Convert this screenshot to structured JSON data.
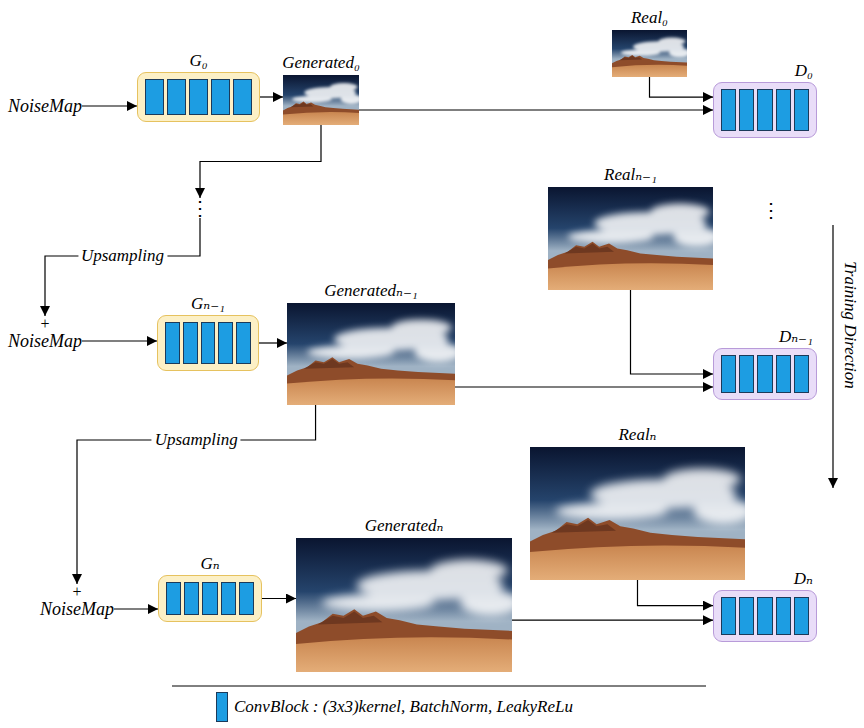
{
  "diagram": {
    "nodes": [
      {
        "text": [
          "NoiseMap"
        ]
      },
      {
        "text": [
          "G₀"
        ]
      },
      {
        "text": [
          "Generated₀"
        ]
      },
      {
        "text": [
          "Real₀"
        ]
      },
      {
        "text": [
          "D₀"
        ]
      },
      {
        "text": [
          "⋮"
        ]
      },
      {
        "text": [
          "+",
          "NoiseMap"
        ]
      },
      {
        "text": [
          "Gₙ₋₁"
        ]
      },
      {
        "text": [
          "Generatedₙ₋₁"
        ]
      },
      {
        "text": [
          "Realₙ₋₁"
        ]
      },
      {
        "text": [
          "Dₙ₋₁"
        ]
      },
      {
        "text": [
          "+",
          "NoiseMap"
        ]
      },
      {
        "text": [
          "Gₙ"
        ]
      },
      {
        "text": [
          "Generatedₙ"
        ]
      },
      {
        "text": [
          "Realₙ"
        ]
      },
      {
        "text": [
          "Dₙ"
        ]
      }
    ],
    "edges": [
      {
        "from": 0,
        "to": 1,
        "arrow": "to"
      },
      {
        "from": 1,
        "to": 2,
        "arrow": "to"
      },
      {
        "from": 2,
        "to": 4,
        "arrow": "to"
      },
      {
        "from": 3,
        "to": 4,
        "arrow": "to"
      },
      {
        "from": 2,
        "to": 5,
        "arrow": "to"
      },
      {
        "from": 5,
        "to": 6,
        "label": "Upsampling",
        "arrow": "to"
      },
      {
        "from": 6,
        "to": 7,
        "arrow": "to"
      },
      {
        "from": 7,
        "to": 8,
        "arrow": "to"
      },
      {
        "from": 8,
        "to": 10,
        "arrow": "to"
      },
      {
        "from": 9,
        "to": 10,
        "arrow": "to"
      },
      {
        "from": 8,
        "to": 11,
        "label": "Upsampling",
        "arrow": "to"
      },
      {
        "from": 11,
        "to": 12,
        "arrow": "to"
      },
      {
        "from": 12,
        "to": 13,
        "arrow": "to"
      },
      {
        "from": 13,
        "to": 15,
        "arrow": "to"
      },
      {
        "from": 14,
        "to": 15,
        "arrow": "to"
      }
    ],
    "labels": [
      "⋮",
      "Training Direction"
    ],
    "legend": [
      {
        "text": "ConvBlock : (3x3)kernel, BatchNorm, LeakyReLu",
        "color": "#1d9de2"
      }
    ]
  }
}
